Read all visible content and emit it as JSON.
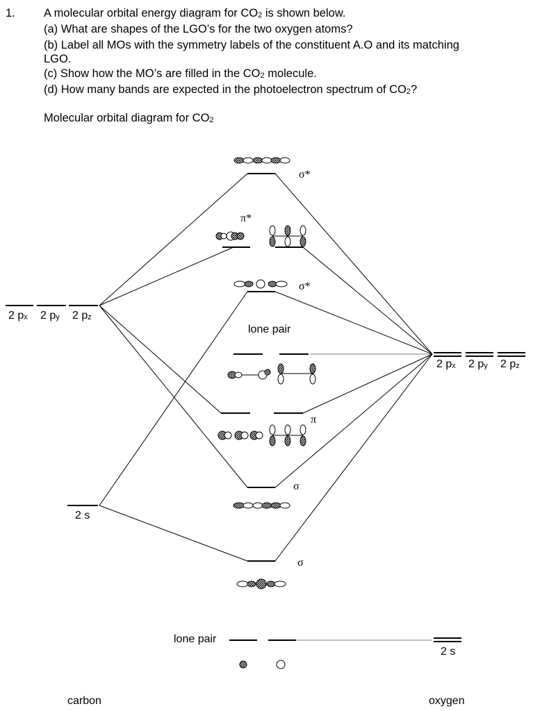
{
  "question": {
    "number": "1.",
    "lines": [
      "A molecular orbital energy diagram for CO₂ is shown below.",
      "(a) What are shapes of the LGO’s for the two oxygen atoms?",
      "(b) Label all MOs with the symmetry labels of the constituent A.O and its matching",
      "LGO.",
      "(c) Show how the MO’s are filled in the CO₂ molecule.",
      "(d) How many bands are expected in the photoelectron spectrum of CO₂?"
    ],
    "diagram_caption": "Molecular orbital diagram for CO₂"
  },
  "carbon": {
    "label": "carbon",
    "p_label": "2 p",
    "p_subs": [
      "x",
      "y",
      "z"
    ],
    "s_label": "2 s"
  },
  "oxygen": {
    "label": "oxygen",
    "p_label": "2 p",
    "p_subs": [
      "x",
      "y",
      "z"
    ],
    "s_label": "2 s"
  },
  "mo_labels": {
    "sigma_star_top": "σ*",
    "pi_star": "π*",
    "sigma_star_mid": "σ*",
    "lone_pair_mid": "lone pair",
    "pi": "π",
    "sigma_mid": "σ",
    "sigma_low": "σ",
    "lone_pair_low": "lone pair"
  }
}
